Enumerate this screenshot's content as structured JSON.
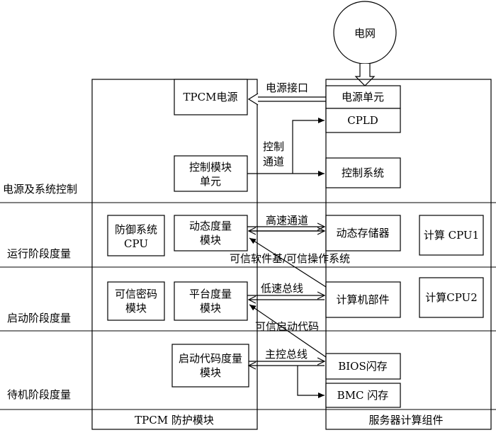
{
  "grid": "电网",
  "sections": {
    "power": "电源及系统控制",
    "runtime": "运行阶段度量",
    "boot": "启动阶段度量",
    "standby": "待机阶段度量"
  },
  "left_column": {
    "title": "TPCM 防护模块",
    "tpcm_power": "TPCM电源",
    "control_module": [
      "控制模块",
      "单元"
    ],
    "defense_cpu": [
      "防御系统",
      "CPU"
    ],
    "dynamic_measure": [
      "动态度量",
      "模块"
    ],
    "trusted_crypto": [
      "可信密码",
      "模块"
    ],
    "platform_measure": [
      "平台度量",
      "模块"
    ],
    "boot_code_measure": [
      "启动代码度量",
      "模块"
    ]
  },
  "right_column": {
    "title": "服务器计算组件",
    "power_unit": "电源单元",
    "cpld": "CPLD",
    "control_system": "控制系统",
    "dynamic_memory": "动态存储器",
    "cpu1": "计算 CPU1",
    "computer_parts": "计算机部件",
    "cpu2": "计算CPU2",
    "bios_flash": "BIOS闪存",
    "bmc_flash": "BMC 闪存"
  },
  "links": {
    "power_interface": "电源接口",
    "control_channel": [
      "控制",
      "通道"
    ],
    "high_speed": "高速通道",
    "trusted_software": "可信软件基/可信操作系统",
    "low_speed": "低速总线",
    "trusted_boot": "可信启动代码",
    "main_bus": "主控总线"
  }
}
